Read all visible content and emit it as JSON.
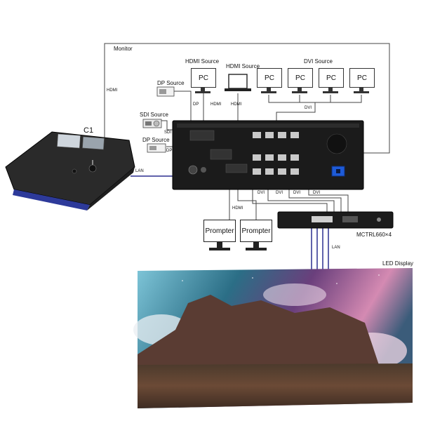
{
  "labels": {
    "monitor": "Monitor",
    "hdmi_left": "HDMI",
    "hdmi_source_1": "HDMI Source",
    "hdmi_source_2": "HDMI Source",
    "dvi_source": "DVI Source",
    "dp_source_top": "DP Source",
    "dp_top": "DP",
    "hdmi_top": "HDMI",
    "hdmi_laptop": "HDMI",
    "dvi_top": "DVI",
    "sdi_source": "SDI Source",
    "sdi": "SDI",
    "dp_source_bottom": "DP Source",
    "dp_bottom": "DP",
    "console": "C1",
    "lan_left": "LAN",
    "hdmi_prompter": "HDMI",
    "dvi_1": "DVI",
    "dvi_2": "DVI",
    "dvi_3": "DVI",
    "dvi_4": "DVI",
    "receiver": "MCTRL660×4",
    "lan_right": "LAN",
    "led_display": "LED Display"
  },
  "pcs": [
    "PC",
    "PC",
    "PC",
    "PC",
    "PC"
  ],
  "prompters": [
    "Prompter",
    "Prompter"
  ],
  "colors": {
    "cable": "#333333",
    "lan_cable": "#2b2f8f",
    "device": "#1a1a1a",
    "power_blue": "#1e5bd8"
  }
}
